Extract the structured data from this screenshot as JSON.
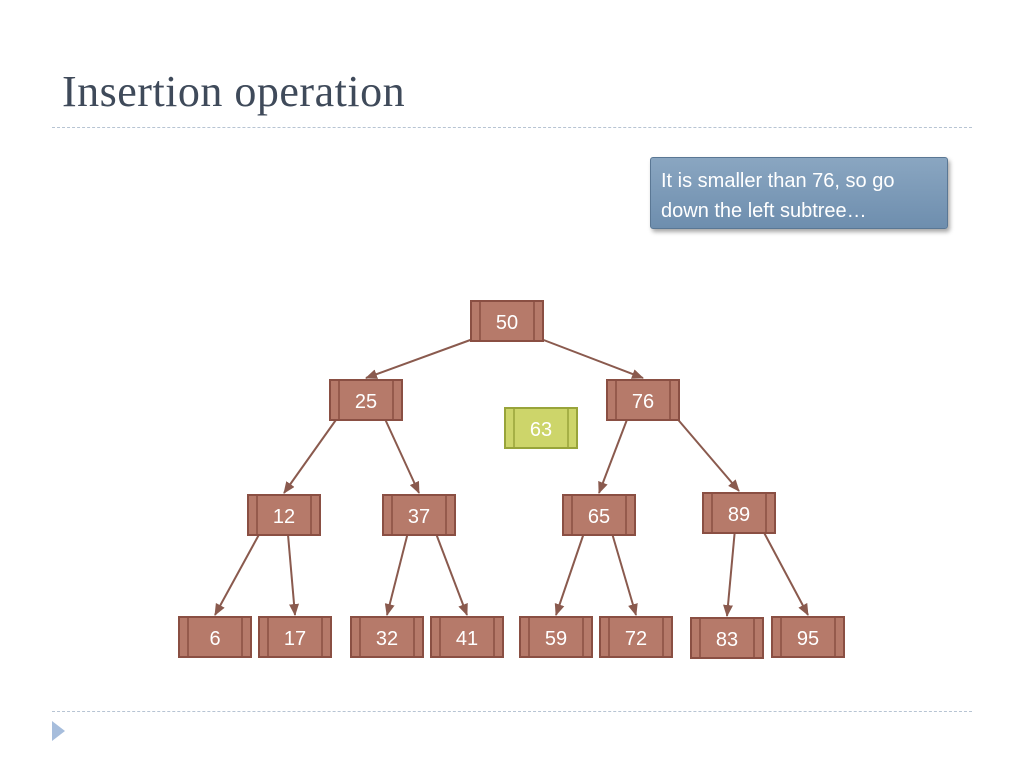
{
  "slide": {
    "title": "Insertion operation",
    "callout": "It is smaller than 76, so go down the left subtree…"
  },
  "tree": {
    "nodes": [
      {
        "id": "n50",
        "label": "50",
        "level": 0,
        "slot": 0
      },
      {
        "id": "n25",
        "label": "25",
        "level": 1,
        "slot": 0
      },
      {
        "id": "n76",
        "label": "76",
        "level": 1,
        "slot": 1
      },
      {
        "id": "n12",
        "label": "12",
        "level": 2,
        "slot": 0
      },
      {
        "id": "n37",
        "label": "37",
        "level": 2,
        "slot": 1
      },
      {
        "id": "n65",
        "label": "65",
        "level": 2,
        "slot": 2
      },
      {
        "id": "n89",
        "label": "89",
        "level": 2,
        "slot": 3
      },
      {
        "id": "n6",
        "label": "6",
        "level": 3,
        "slot": 0
      },
      {
        "id": "n17",
        "label": "17",
        "level": 3,
        "slot": 1
      },
      {
        "id": "n32",
        "label": "32",
        "level": 3,
        "slot": 2
      },
      {
        "id": "n41",
        "label": "41",
        "level": 3,
        "slot": 3
      },
      {
        "id": "n59",
        "label": "59",
        "level": 3,
        "slot": 4
      },
      {
        "id": "n72",
        "label": "72",
        "level": 3,
        "slot": 5
      },
      {
        "id": "n83",
        "label": "83",
        "level": 3,
        "slot": 6
      },
      {
        "id": "n95",
        "label": "95",
        "level": 3,
        "slot": 7
      }
    ],
    "edges": [
      [
        "n50",
        "n25"
      ],
      [
        "n50",
        "n76"
      ],
      [
        "n25",
        "n12"
      ],
      [
        "n25",
        "n37"
      ],
      [
        "n76",
        "n65"
      ],
      [
        "n76",
        "n89"
      ],
      [
        "n12",
        "n6"
      ],
      [
        "n12",
        "n17"
      ],
      [
        "n37",
        "n32"
      ],
      [
        "n37",
        "n41"
      ],
      [
        "n65",
        "n59"
      ],
      [
        "n65",
        "n72"
      ],
      [
        "n89",
        "n83"
      ],
      [
        "n89",
        "n95"
      ]
    ],
    "inserting": {
      "id": "new63",
      "label": "63"
    }
  },
  "colors": {
    "node_fill": "#b67a6a",
    "node_border": "#8a4f43",
    "node_text": "#ffffff",
    "edge": "#8a5a4e",
    "new_fill": "#cdd56a",
    "new_border": "#98a43a",
    "new_text": "#ffffff"
  }
}
